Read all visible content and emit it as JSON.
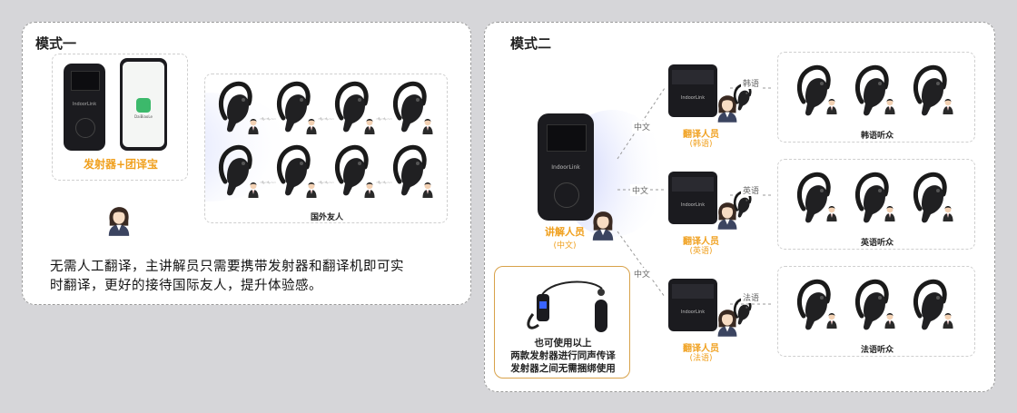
{
  "colors": {
    "background": "#d6d6d9",
    "orange": "#f0a01e",
    "device": "#1b1b1f",
    "screen_accent": "#5a8ef0",
    "note_border": "#d8a24a"
  },
  "mode1": {
    "title": "模式一",
    "transmitter_label": "发射器+团译宝",
    "transmitter_brand": "IndoorLink",
    "phone_app": "DaiBiaoLe",
    "listeners_label": "国外友人",
    "description_line1": "无需人工翻译，主讲解员只需要携带发射器和翻译机即可实",
    "description_line2": "时翻译，更好的接待国际友人，提升体验感。"
  },
  "mode2": {
    "title": "模式二",
    "main_device_brand": "IndoorLink",
    "speaker_label": "讲解人员",
    "speaker_sub": "(中文)",
    "channel_labels": [
      "中文",
      "中文",
      "中文"
    ],
    "translators": [
      {
        "label": "翻译人员",
        "sub": "(韩语)",
        "lang": "韩语",
        "group": "韩语听众"
      },
      {
        "label": "翻译人员",
        "sub": "(英语)",
        "lang": "英语",
        "group": "英语听众"
      },
      {
        "label": "翻译人员",
        "sub": "(法语)",
        "lang": "法语",
        "group": "法语听众"
      }
    ],
    "translator_device_brand": "IndoorLink",
    "note_line1": "也可使用以上",
    "note_line2": "两款发射器进行同声传译",
    "note_line3": "发射器之间无需捆绑使用"
  }
}
